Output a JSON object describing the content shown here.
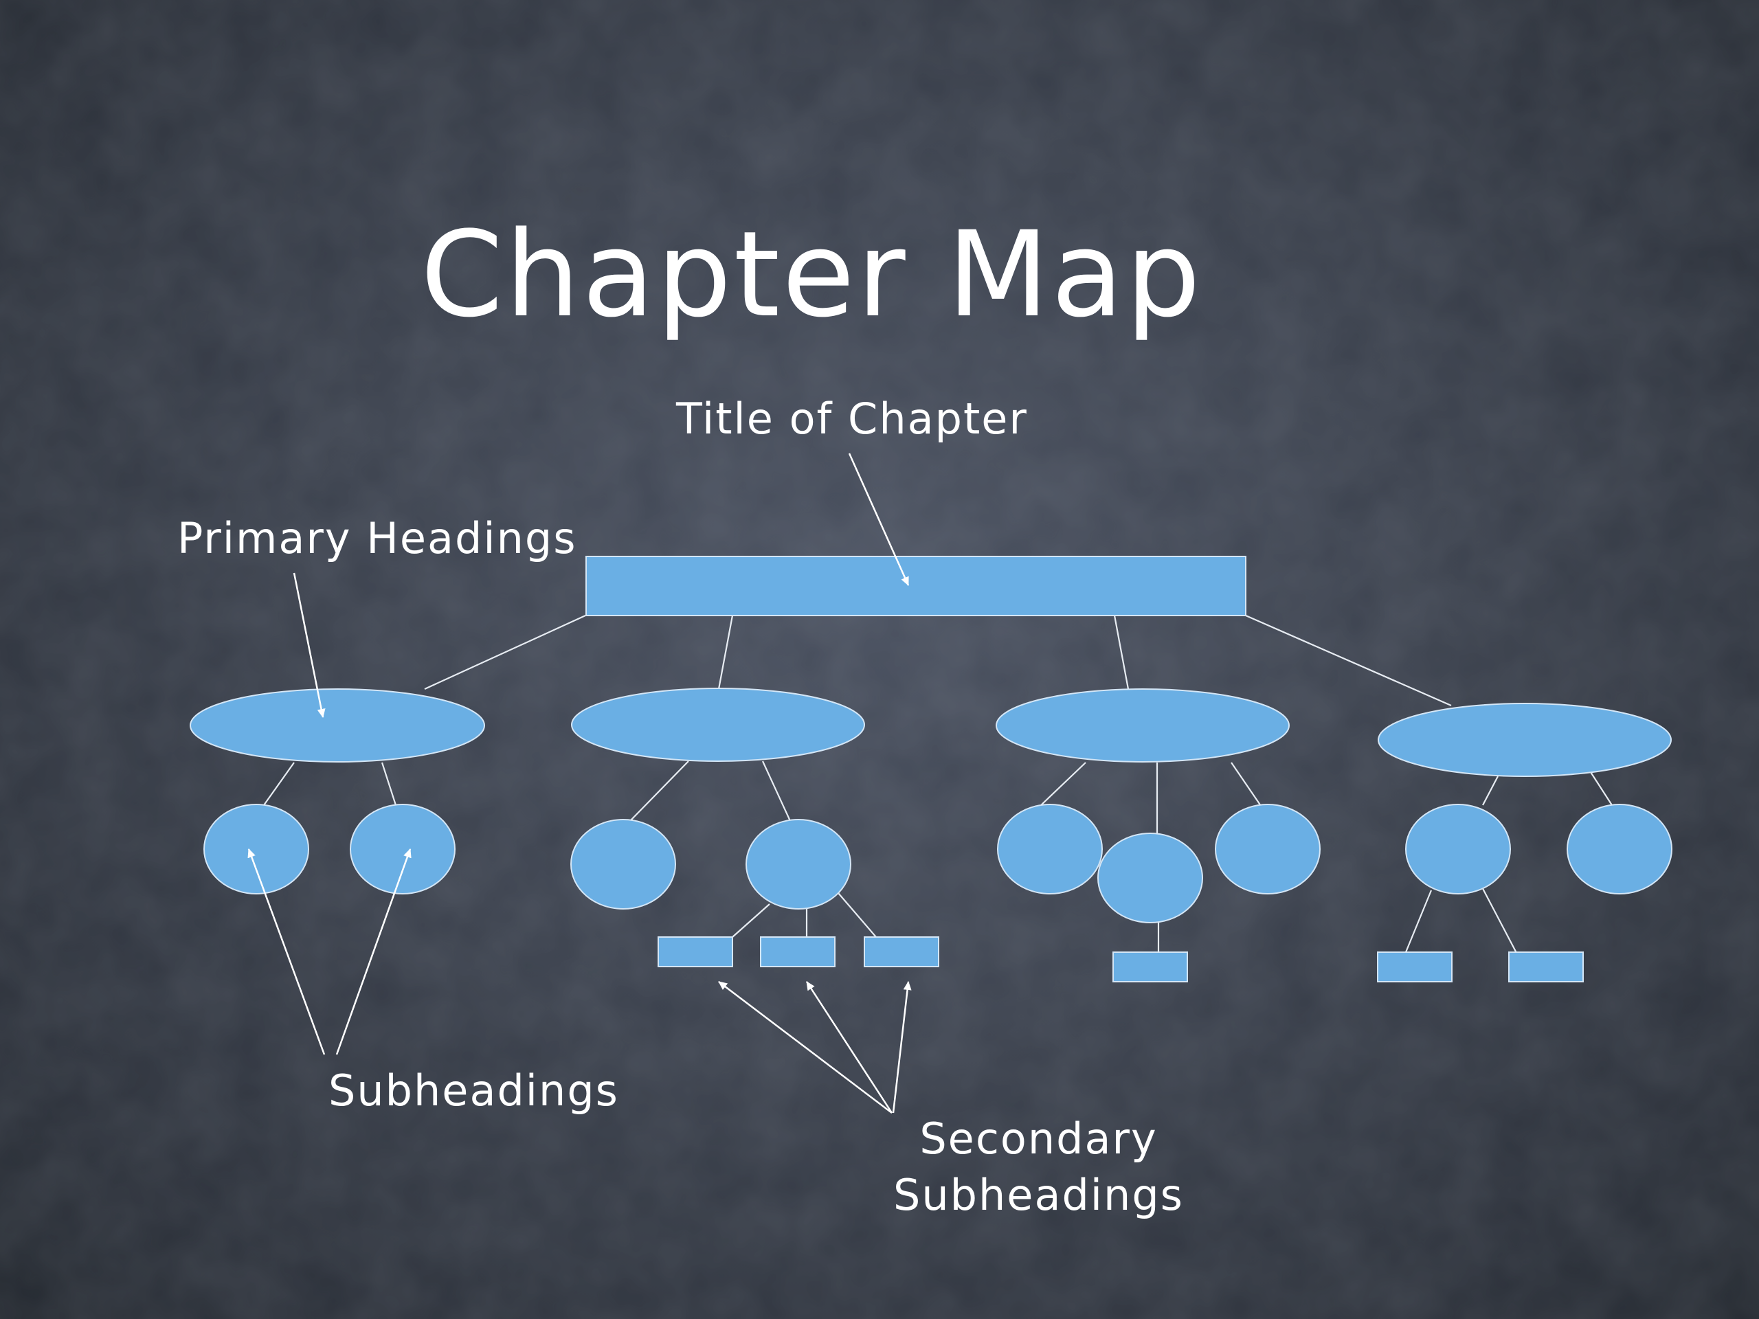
{
  "slide": {
    "title": "Chapter Map",
    "labels": {
      "title_of_chapter": "Title of Chapter",
      "primary_headings": "Primary Headings",
      "subheadings": "Subheadings",
      "secondary_subheadings": "Secondary\nSubheadings"
    }
  },
  "colors": {
    "node_fill": "#6aafe4",
    "background": "#3b414d",
    "text": "#ffffff"
  }
}
